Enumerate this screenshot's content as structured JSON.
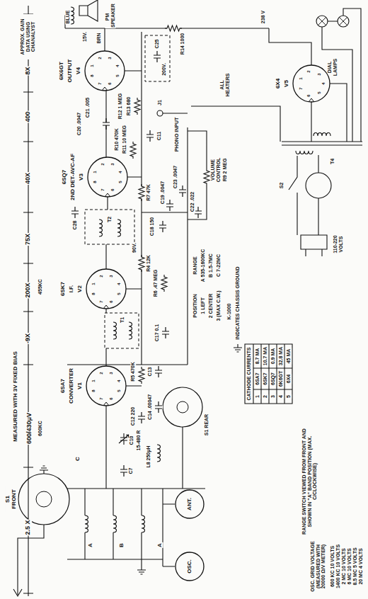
{
  "diagram": {
    "nodes": [
      {
        "text": [
          "6SA7",
          "CONVERTER",
          "V1"
        ]
      },
      {
        "text": [
          "6SK7",
          "I.F.",
          "V2"
        ]
      },
      {
        "text": [
          "6SQ7",
          "2ND DET-AVC-AF",
          "V3"
        ]
      },
      {
        "text": [
          "6K6GT",
          "OUTPUT",
          "V4"
        ]
      },
      {
        "text": [
          "6X4",
          "V5"
        ]
      },
      {
        "text": [
          "ANT."
        ]
      },
      {
        "text": [
          "OSC."
        ]
      }
    ],
    "labels": [
      "2.5 X",
      "600/430μV",
      "600KC",
      "MEASURED WITH 3V FIXED BIAS",
      "-9X",
      "200X",
      "455KC",
      "75X",
      "40X",
      "400",
      "8X",
      "APPROX. GAIN DATA USING CHANALYST",
      "S1 FRONT",
      "C",
      "A",
      "B",
      "A",
      "C7",
      "C10",
      "15-480 R",
      "L8 250μH",
      "C12 220",
      "R5 470K",
      "C13",
      "C14 .00047",
      "S1 REAR",
      "C17 0.1",
      "T1",
      "R6 .47 MEG",
      "R4 12K",
      "90V.",
      "T2",
      "C28",
      "C18 150",
      "R7 47K",
      "C19 .0047",
      "C23 .0047",
      "VOLUME CONTROL",
      "R9 2 MEG",
      "C22 .022",
      "J1",
      "PHONO INPUT",
      "C11",
      "C20 .0047",
      "R10 470K",
      "R11 10 MEG",
      "C21 .005",
      "R12 1 MEG",
      "R13 680",
      "15V.",
      "C25",
      "200V.",
      "BLUE",
      "BRN",
      "PM SPEAKER",
      "R14 1000",
      "238 V",
      "ALL HEATERS",
      "DIAL LAMPS",
      "T4",
      "S2",
      "110-220 VOLTS",
      "POSITION",
      "1 LEFT",
      "2 CENTER",
      "3 (MAX C.W.)",
      "RANGE",
      "A 535-1600KC",
      "B 1.5-7MC",
      "C 7-22MC",
      "K-1000",
      "INDICATES CHASSIS GROUND",
      "CATHODE CURRENTS",
      "1",
      "6SA7",
      "8.7 MA",
      "2",
      "6SK7",
      "10.7 MA",
      "3",
      "6SQ7",
      "0.9 MA",
      "4",
      "6K6GT",
      "32.8 MA",
      "5",
      "6X4",
      "45 MA",
      "RANGE SWITCH VIEWED FROM FRONT AND SHOWN IN \"A\" BAND POSITION (MAX. C/CLOCKWISE)",
      "OSC. GRID VOLTAGE (MEASURED WITH 20000 Ω/V METER)",
      "600 KC 10 VOLTS",
      "1400 KC 10 VOLTS",
      "2 MC 10 VOLTS",
      "6 MC 10 VOLTS",
      "8.5 MC 5 VOLTS",
      "20 MC 4 VOLTS",
      "1",
      "2",
      "3",
      "4",
      "5",
      "6",
      "7",
      "8",
      "1",
      "2",
      "3",
      "4",
      "5",
      "6",
      "7",
      "8",
      "1",
      "2",
      "3",
      "4",
      "5",
      "6",
      "7",
      "8",
      "1",
      "2",
      "3",
      "4",
      "5",
      "6",
      "7",
      "8",
      "1",
      "2",
      "3",
      "4",
      "5",
      "6",
      "7"
    ]
  }
}
